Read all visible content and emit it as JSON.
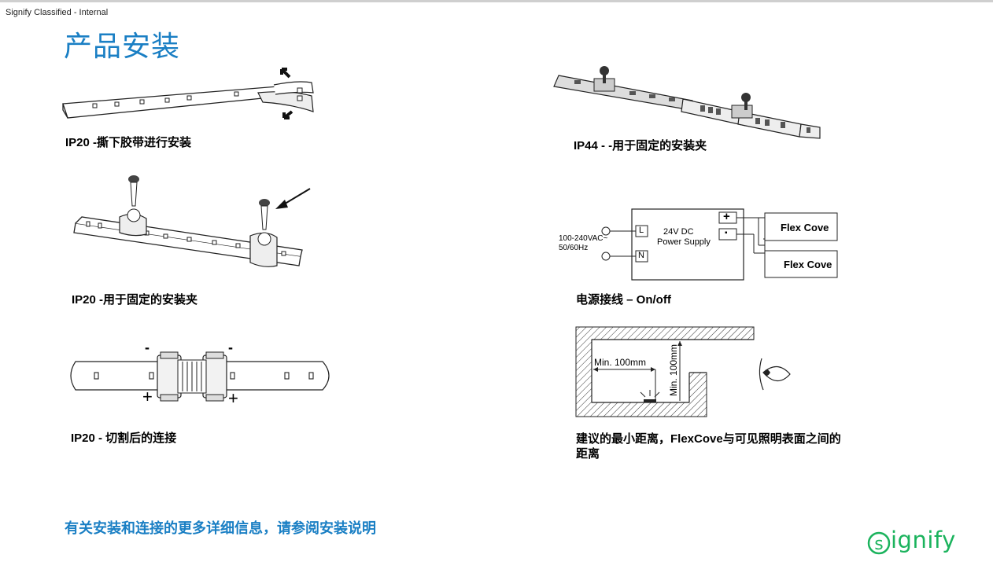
{
  "header": {
    "classification": "Signify Classified - Internal",
    "title": "产品安装"
  },
  "figures": {
    "ip20_tape": {
      "caption": "IP20 -撕下胶带进行安装"
    },
    "ip44_clip": {
      "caption": "IP44 - -用于固定的安装夹"
    },
    "ip20_clip": {
      "caption": "IP20 -用于固定的安装夹"
    },
    "wiring": {
      "caption": "电源接线 – On/off",
      "input_voltage": "100-240VAC~",
      "input_freq": "50/60Hz",
      "terminal_l": "L",
      "terminal_n": "N",
      "supply_line1": "24V DC",
      "supply_line2": "Power Supply",
      "out_plus": "+",
      "out_minus": "▪",
      "device1": "Flex Cove",
      "device2": "Flex Cove"
    },
    "ip20_cut": {
      "caption": "IP20 - 切割后的连接",
      "minus_left": "-",
      "minus_right": "-",
      "plus_left": "+",
      "plus_right": "+"
    },
    "distance": {
      "caption_line1": "建议的最小距离，FlexCove与可见照明表面之间的",
      "caption_line2": "距离",
      "horizontal_label": "Min. 100mm",
      "vertical_label": "Min. 100mm"
    }
  },
  "footer": {
    "note": "有关安装和连接的更多详细信息，请参阅安装说明",
    "logo_text": "ignify"
  },
  "colors": {
    "accent_blue": "#1a7fc4",
    "logo_green": "#1bb35d"
  }
}
